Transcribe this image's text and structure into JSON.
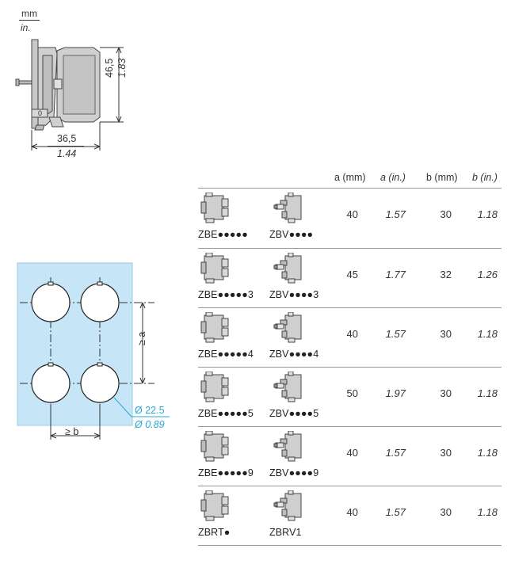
{
  "units": {
    "metric": "mm",
    "imperial": "in."
  },
  "side_view": {
    "height_mm": "46,5",
    "height_in": "1.83",
    "depth_mm": "36,5",
    "depth_in": "1.44"
  },
  "cutout": {
    "spacing_a": "≥ a",
    "spacing_b": "≥ b",
    "diameter_mm": "Ø 22.5",
    "diameter_in": "Ø 0.89",
    "accent_color": "#2aa8d2",
    "panel_color": "#c6e6f7"
  },
  "table": {
    "headers": [
      "a (mm)",
      "a (in.)",
      "b (mm)",
      "b (in.)"
    ],
    "rows": [
      {
        "ref1": "ZBE●●●●●",
        "ref2": "ZBV●●●●",
        "a_mm": "40",
        "a_in": "1.57",
        "b_mm": "30",
        "b_in": "1.18"
      },
      {
        "ref1": "ZBE●●●●●3",
        "ref2": "ZBV●●●●3",
        "a_mm": "45",
        "a_in": "1.77",
        "b_mm": "32",
        "b_in": "1.26"
      },
      {
        "ref1": "ZBE●●●●●4",
        "ref2": "ZBV●●●●4",
        "a_mm": "40",
        "a_in": "1.57",
        "b_mm": "30",
        "b_in": "1.18"
      },
      {
        "ref1": "ZBE●●●●●5",
        "ref2": "ZBV●●●●5",
        "a_mm": "50",
        "a_in": "1.97",
        "b_mm": "30",
        "b_in": "1.18"
      },
      {
        "ref1": "ZBE●●●●●9",
        "ref2": "ZBV●●●●9",
        "a_mm": "40",
        "a_in": "1.57",
        "b_mm": "30",
        "b_in": "1.18"
      },
      {
        "ref1": "ZBRT●",
        "ref2": "ZBRV1",
        "a_mm": "40",
        "a_in": "1.57",
        "b_mm": "30",
        "b_in": "1.18"
      }
    ]
  }
}
